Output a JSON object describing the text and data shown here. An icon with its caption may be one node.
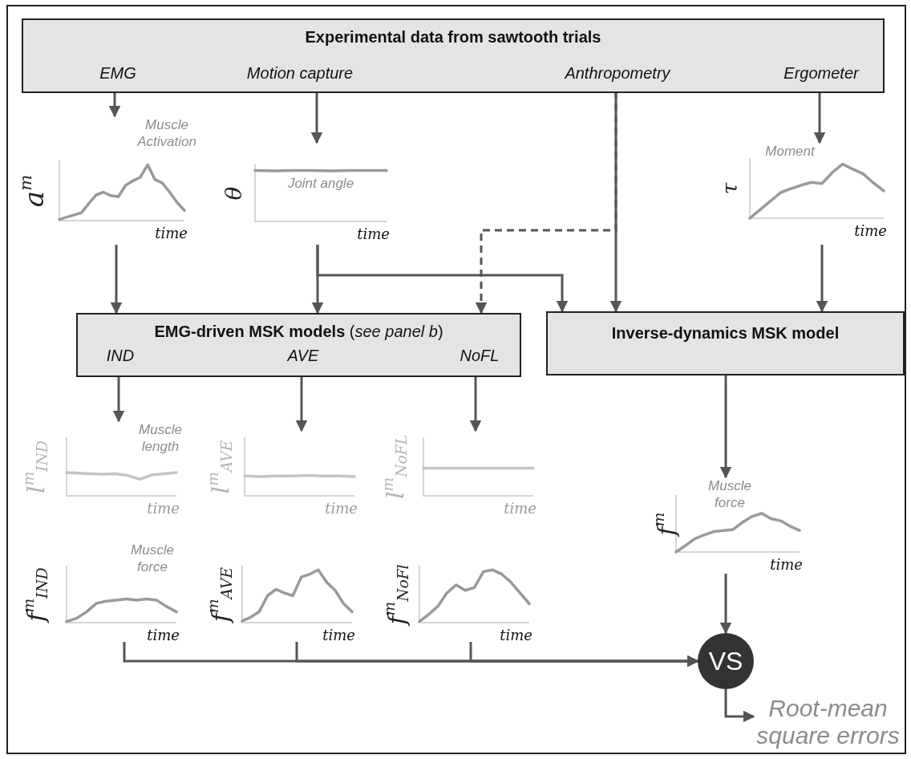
{
  "diagram": {
    "nodes": [
      {
        "text": [
          "Experimental data from sawtooth trials"
        ]
      },
      {
        "text": [
          "EMG"
        ],
        "in": 0
      },
      {
        "text": [
          "Motion capture"
        ],
        "in": 0
      },
      {
        "text": [
          "Anthropometry"
        ],
        "in": 0
      },
      {
        "text": [
          "Ergometer"
        ],
        "in": 0
      },
      {
        "text": [
          "Muscle Activation",
          "a$^{m}$",
          "time"
        ]
      },
      {
        "text": [
          "Joint angle",
          "θ",
          "time"
        ]
      },
      {
        "text": [
          "Moment",
          "τ",
          "time"
        ]
      },
      {
        "text": [
          "**EMG-driven MSK models** (*see panel b*)"
        ]
      },
      {
        "text": [
          "IND"
        ],
        "in": 8
      },
      {
        "text": [
          "AVE"
        ],
        "in": 8
      },
      {
        "text": [
          "NoFL"
        ],
        "in": 8
      },
      {
        "text": [
          "Inverse-dynamics MSK model"
        ]
      },
      {
        "text": [
          "Muscle length",
          "l$^{m}$$_{IND}$",
          "time"
        ]
      },
      {
        "text": [
          "l$^{m}$$_{AVE}$",
          "time"
        ]
      },
      {
        "text": [
          "l$^{m}$$_{NoFL}$",
          "time"
        ]
      },
      {
        "text": [
          "Muscle force",
          "f$^{m}$$_{IND}$",
          "time"
        ]
      },
      {
        "text": [
          "f$^{m}$$_{AVE}$",
          "time"
        ]
      },
      {
        "text": [
          "f$^{m}$$_{NoFl}$",
          "time"
        ]
      },
      {
        "text": [
          "Muscle force",
          "f$^{m}$",
          "time"
        ]
      },
      {
        "text": [
          "VS"
        ]
      },
      {
        "text": [
          "Root-mean square errors"
        ]
      }
    ],
    "edges": [
      {
        "from": 1,
        "to": 5,
        "arrow": "to"
      },
      {
        "from": 2,
        "to": 6,
        "arrow": "to"
      },
      {
        "from": 4,
        "to": 7,
        "arrow": "to"
      },
      {
        "from": 5,
        "to": 8,
        "arrow": "to"
      },
      {
        "from": 6,
        "to": 8,
        "arrow": "to"
      },
      {
        "from": 6,
        "to": 12,
        "arrow": "to"
      },
      {
        "from": 3,
        "to": 12,
        "arrow": "to"
      },
      {
        "from": 3,
        "to": 8,
        "arrow": "to",
        "style": "dashed"
      },
      {
        "from": 7,
        "to": 12,
        "arrow": "to"
      },
      {
        "from": 9,
        "to": 13,
        "arrow": "to"
      },
      {
        "from": 10,
        "to": 14,
        "arrow": "to"
      },
      {
        "from": 11,
        "to": 15,
        "arrow": "to"
      },
      {
        "from": 12,
        "to": 19,
        "arrow": "to"
      },
      {
        "from": 19,
        "to": 20,
        "arrow": "to"
      },
      {
        "from": 16,
        "to": 20,
        "arrow": "to"
      },
      {
        "from": 17,
        "to": 20,
        "arrow": "to"
      },
      {
        "from": 18,
        "to": 20,
        "arrow": "to"
      },
      {
        "from": 20,
        "to": 21,
        "arrow": "to"
      }
    ]
  }
}
